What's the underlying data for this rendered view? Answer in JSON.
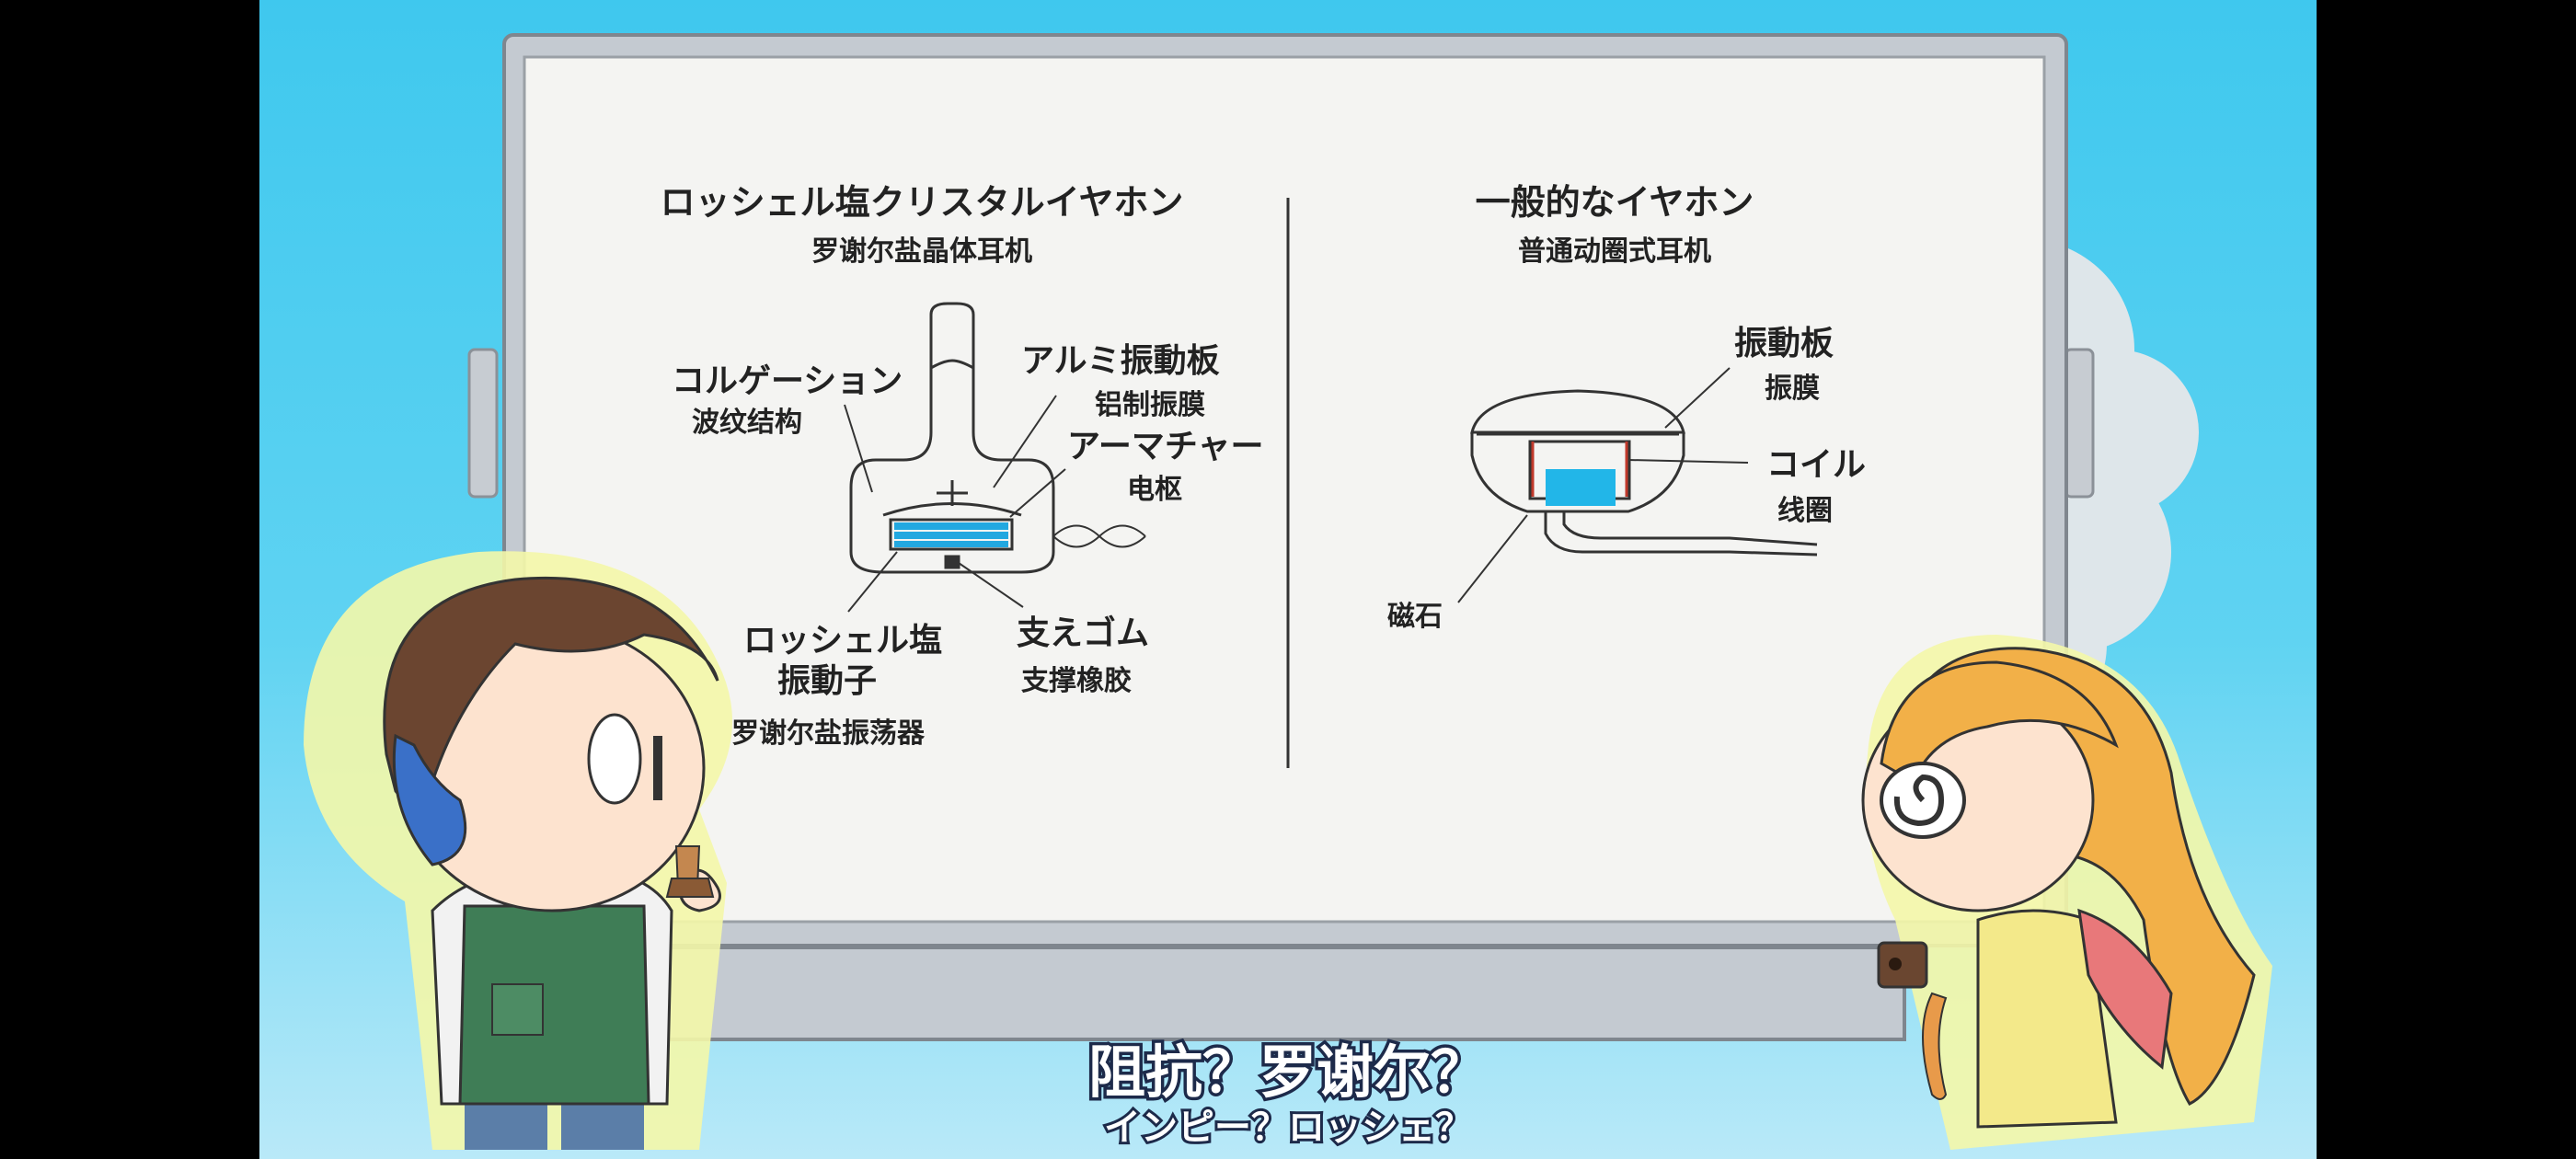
{
  "left_panel": {
    "title_jp": "ロッシェル塩クリスタルイヤホン",
    "title_cn": "罗谢尔盐晶体耳机",
    "labels": {
      "corrugation_jp": "コルゲーション",
      "corrugation_cn": "波纹结构",
      "al_diaphragm_jp": "アルミ振動板",
      "al_diaphragm_cn": "铝制振膜",
      "armature_jp": "アーマチャー",
      "armature_cn": "电枢",
      "oscillator_jp_1": "ロッシェル塩",
      "oscillator_jp_2": "振動子",
      "oscillator_cn": "罗谢尔盐振荡器",
      "rubber_jp": "支えゴム",
      "rubber_cn": "支撑橡胶"
    }
  },
  "right_panel": {
    "title_jp": "一般的なイヤホン",
    "title_cn": "普通动圈式耳机",
    "labels": {
      "diaphragm_jp": "振動板",
      "diaphragm_cn": "振膜",
      "coil_jp": "コイル",
      "coil_cn": "线圈",
      "magnet_cn": "磁石"
    }
  },
  "subtitle": {
    "main": "阻抗？罗谢尔？",
    "secondary": "インピー？ロッシェ？"
  }
}
